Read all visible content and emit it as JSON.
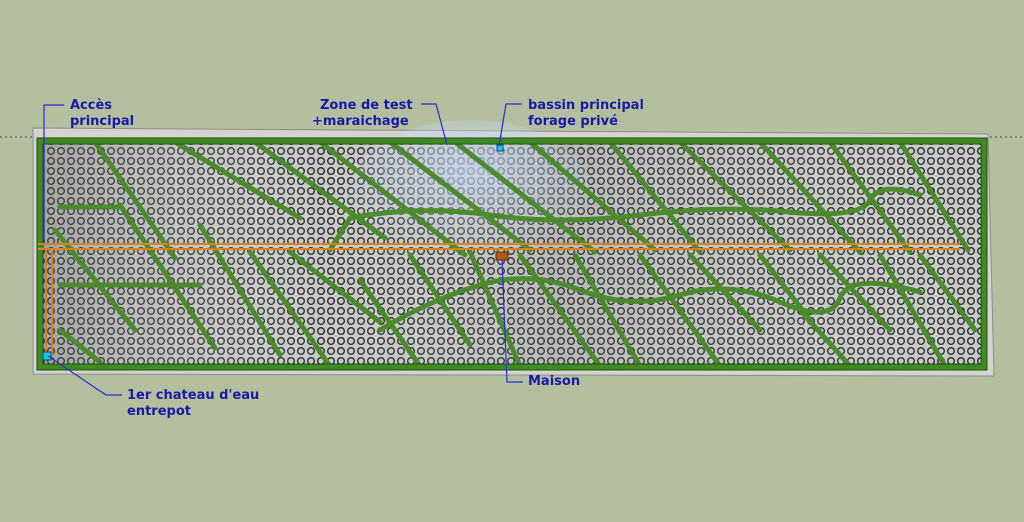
{
  "labels": {
    "acces": {
      "line1": "Accès",
      "line2": "principal"
    },
    "zone_test": {
      "line1": "Zone de test",
      "line2": "+maraichage"
    },
    "bassin": {
      "line1": "bassin principal",
      "line2": "forage privé"
    },
    "chateau": {
      "line1": "1er chateau d'eau",
      "line2": "entrepot"
    },
    "maison": {
      "line1": "Maison"
    }
  },
  "colors": {
    "background": "#b4bfa0",
    "label_text": "#1a1aa6",
    "leader_line": "#2b2bd6",
    "field_green": "#4c8a2e",
    "border_green": "#3f8a22",
    "pipeline_orange": "#d9811e",
    "plot_circles": "#2a2a2a",
    "plot_ground": "#b9bcb8",
    "test_zone_tint": "#c9d8ea",
    "water_marker": "#18c6e8",
    "house_marker": "#b0581c"
  }
}
